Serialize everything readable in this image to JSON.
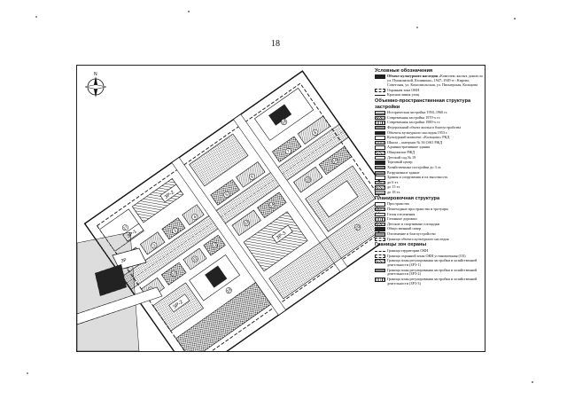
{
  "page": {
    "number": "18"
  },
  "map": {
    "north_arrow": "north-arrow-icon",
    "zones": [
      {
        "label": "ЗР-1"
      },
      {
        "label": "ЗР-2"
      },
      {
        "label": "ЗР-3"
      },
      {
        "label": "ЗР-2"
      }
    ],
    "numbers": [
      "1",
      "2",
      "3",
      "4",
      "5",
      "6",
      "7",
      "8",
      "9",
      "10",
      "11",
      "12",
      "13",
      "14",
      "15",
      "16",
      "17",
      "18",
      "19",
      "20"
    ]
  },
  "legend": {
    "title": "Условные обозначения",
    "heading_monuments": "Объект культурного наследия",
    "monument_text": "«Комплекс жилых домов по ул. Пушкинской, Калинина», 1947–1949 гг.: Кирова, Советская, ул. Комсомольская, ул. Пионерская, Кольцова",
    "protected_heading": "Охранная зона ОКН",
    "items_1": [
      {
        "swatch": "line",
        "text": "Красная линия улиц"
      }
    ],
    "heading_planning": "Объемно-пространственная структура застройки",
    "items_2": [
      {
        "swatch": "cross",
        "text": "Историческая застройка 1950–1960 гг."
      },
      {
        "swatch": "hatch",
        "text": "Современная застройка 1970-х гг."
      },
      {
        "swatch": "stripe",
        "text": "Современная застройка 1980-х гг."
      },
      {
        "swatch": "grey",
        "text": "Федеральный объект жилья и благоустройства"
      },
      {
        "swatch": "dark",
        "text": "Объекты культурного наследия 1953 г."
      },
      {
        "swatch": "white",
        "text": "Культурный комплекс «Кольцово» РКД"
      },
      {
        "swatch": "dots",
        "text": "Школа – интернат № 36 ОАО РЖД"
      },
      {
        "swatch": "white",
        "text": "Административные здания"
      },
      {
        "swatch": "hatch",
        "text": "Общежитие РЖД"
      },
      {
        "swatch": "white",
        "text": "Детский сад № 19"
      },
      {
        "swatch": "dark",
        "text": "Торговый центр"
      },
      {
        "swatch": "cross",
        "text": "Хозяйственные постройки до 3 эт."
      },
      {
        "swatch": "grey",
        "text": "Разрушенное здание"
      },
      {
        "swatch": "white",
        "text": "Здания и сооружения и их высотность"
      },
      {
        "swatch": "dots",
        "text": "до 6 эт."
      },
      {
        "swatch": "hatch",
        "text": "до 15 эт."
      },
      {
        "swatch": "cross",
        "text": "до 18 эт."
      }
    ],
    "heading_landscape": "Планировочная структура",
    "items_3": [
      {
        "swatch": "white",
        "text": "Пространство"
      },
      {
        "swatch": "dots",
        "text": "Пешеходные пространства и тротуары"
      },
      {
        "swatch": "white",
        "text": "Газон озеленения"
      },
      {
        "swatch": "stripe",
        "text": "Газонные дорожки"
      },
      {
        "swatch": "hatch",
        "text": "Детские и спортивные площадки"
      },
      {
        "swatch": "dark",
        "text": "Общественный сквер"
      },
      {
        "swatch": "grey",
        "text": "Озеленение и благоустройство"
      },
      {
        "swatch": "dash",
        "text": "Граница объекта культурного наследия"
      }
    ],
    "heading_bounds": "Границы зон охраны",
    "items_4": [
      {
        "swatch": "dline",
        "text": "Граница территории ОКН"
      },
      {
        "swatch": "dash",
        "text": "Граница охранной зоны ОКН установленная (ОЗ)"
      },
      {
        "swatch": "hatch",
        "text": "Граница зоны регулирования застройки и хозяйственной деятельности (ЗР3-1)"
      },
      {
        "swatch": "cross",
        "text": "Граница зоны регулирования застройки и хозяйственной деятельности (ЗР3-2)"
      },
      {
        "swatch": "stripe",
        "text": "Граница зоны регулирования застройки и хозяйственной деятельности (ЗР3-3)"
      }
    ]
  }
}
